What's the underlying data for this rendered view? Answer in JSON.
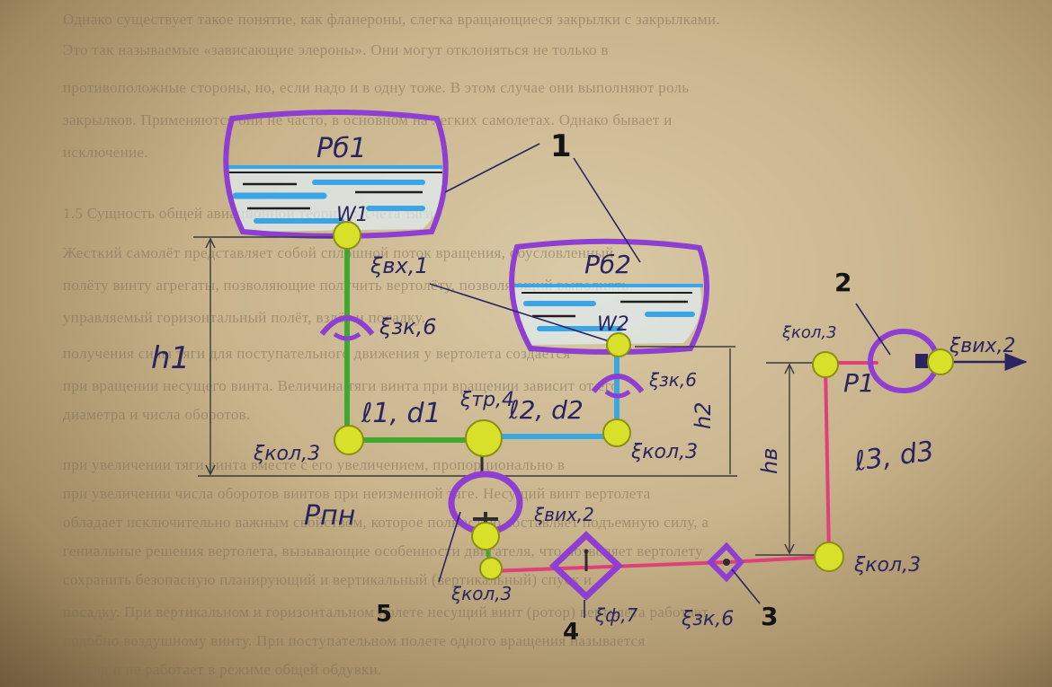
{
  "background_text": [
    "Однако существует такое понятие, как фланероны, слегка вращающиеся закрылки с закрылками.",
    "Это так называемые «зависающие элероны». Они могут отклоняться не только в",
    "противоположные стороны, но, если надо и в одну тоже. В этом случае они выполняют роль",
    "закрылков. Применяются они не часто, в основном на легких самолетах. Однако бывает и",
    "исключение.",
    "1.5 Сущность общей авиационной теории расчета тяги",
    "Жесткий самолёт представляет собой сплошной поток вращения, обусловленный",
    "полёту винту агрегаты, позволяющие получить вертолёту, позволяющий выполнять",
    "управляемый горизонтальный полёт, взлёт и посадку.",
    "получения силы тяги для поступательного движения у вертолета создается",
    "при вращении несущего винта. Величина тяги винта при вращении зависит от его",
    "диаметра и числа оборотов.",
    "при увеличении тяги винта вместе с его увеличением, пропорционально в",
    "при увеличении числа оборотов винтов при неизменной тяге. Несущий винт вертолета",
    "обладает исключительно важным свойством, которое полностью составляет подъемную силу, а",
    "гениальные решения вертолета, вызывающие особенности двигателя, что позволяет вертолету",
    "сохранить безопасную планирующий и вертикальный (вертикальный) спуск и",
    "посадку. При вертикальном и горизонтальном полете несущий винт (ротор) вертолета работает",
    "подобно воздушному винту. При поступательном полете одного вращения называется",
    "вперед и не работает в режиме общей обдувки."
  ],
  "labels": {
    "tank1_pressure": "Pб1",
    "tank2_pressure": "Pб2",
    "level1": "W1",
    "level2": "W2",
    "callout_1": "1",
    "callout_2": "2",
    "callout_3": "3",
    "callout_4": "4",
    "callout_5": "5",
    "zeta_vx1": "ξвх,1",
    "zeta_zk6_left": "ξзк,6",
    "zeta_zk6_right": "ξзк,6",
    "zeta_zk6_bottom": "ξзк,6",
    "zeta_tr4": "ξтр,4",
    "zeta_kol3_left": "ξкол,3",
    "zeta_kol3_mid": "ξкол,3",
    "zeta_kol3_topright": "ξкол,3",
    "zeta_kol3_bottomright": "ξкол,3",
    "zeta_kol3_bottom": "ξкол,3",
    "zeta_vix2_top": "ξвих,2",
    "zeta_vix2_bottom": "ξвих,2",
    "zeta_f7": "ξф,7",
    "h1": "h1",
    "h2": "h2",
    "hv": "hв",
    "pipe1": "ℓ1, d1",
    "pipe2": "ℓ2, d2",
    "pipe3": "ℓ3, d3",
    "p1": "P1",
    "ppn": "Pпн"
  },
  "colors": {
    "tank_outline": "#8e3fd1",
    "water": "#3aa6e8",
    "pipe_green": "#3fa82e",
    "pipe_blue": "#38a8e0",
    "pipe_pink": "#e0407a",
    "node": "#d8e02a",
    "ink": "#2a2560"
  }
}
